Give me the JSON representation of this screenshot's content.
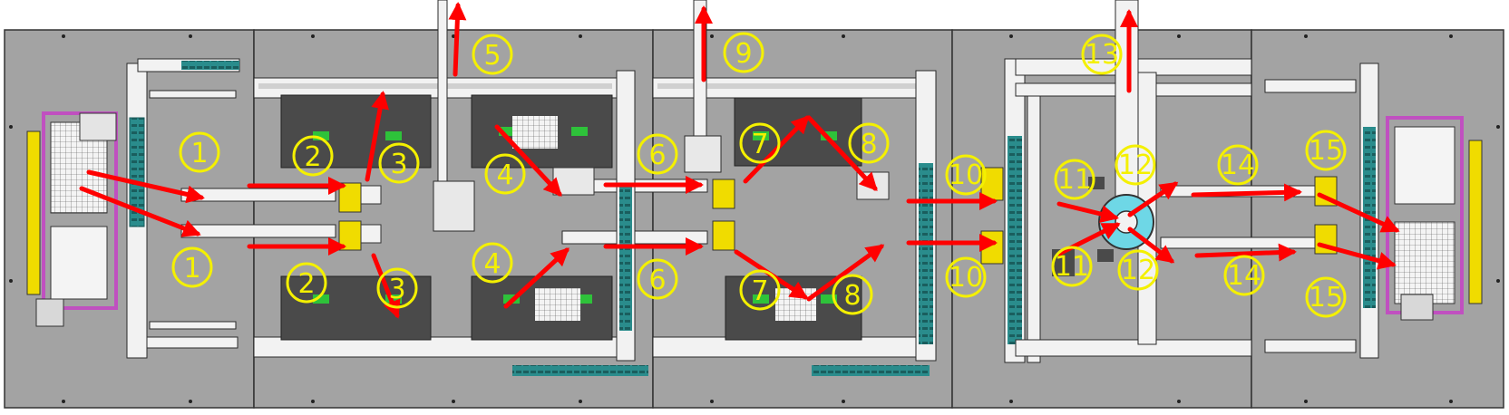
{
  "colors": {
    "floor": "#a3a3a3",
    "frame": "#f2f2f2",
    "frame_line": "#2a2a2a",
    "conveyor_teal": "#2a8c8c",
    "gripper_yellow": "#f0dc00",
    "arrow_red": "#ff0000",
    "label_yellow": "#f4f000",
    "magenta_frame": "#c050c0",
    "station_dark": "#4a4a4a",
    "sensor_green": "#2ec23a",
    "turntable_cyan": "#6ed7e6"
  },
  "step_labels": [
    {
      "text": "1"
    },
    {
      "text": "1"
    },
    {
      "text": "2"
    },
    {
      "text": "2"
    },
    {
      "text": "3"
    },
    {
      "text": "3"
    },
    {
      "text": "4"
    },
    {
      "text": "4"
    },
    {
      "text": "5"
    },
    {
      "text": "6"
    },
    {
      "text": "6"
    },
    {
      "text": "7"
    },
    {
      "text": "7"
    },
    {
      "text": "8"
    },
    {
      "text": "8"
    },
    {
      "text": "9"
    },
    {
      "text": "10"
    },
    {
      "text": "10"
    },
    {
      "text": "11"
    },
    {
      "text": "11"
    },
    {
      "text": "12"
    },
    {
      "text": "12"
    },
    {
      "text": "13"
    },
    {
      "text": "14"
    },
    {
      "text": "14"
    },
    {
      "text": "15"
    },
    {
      "text": "15"
    }
  ]
}
